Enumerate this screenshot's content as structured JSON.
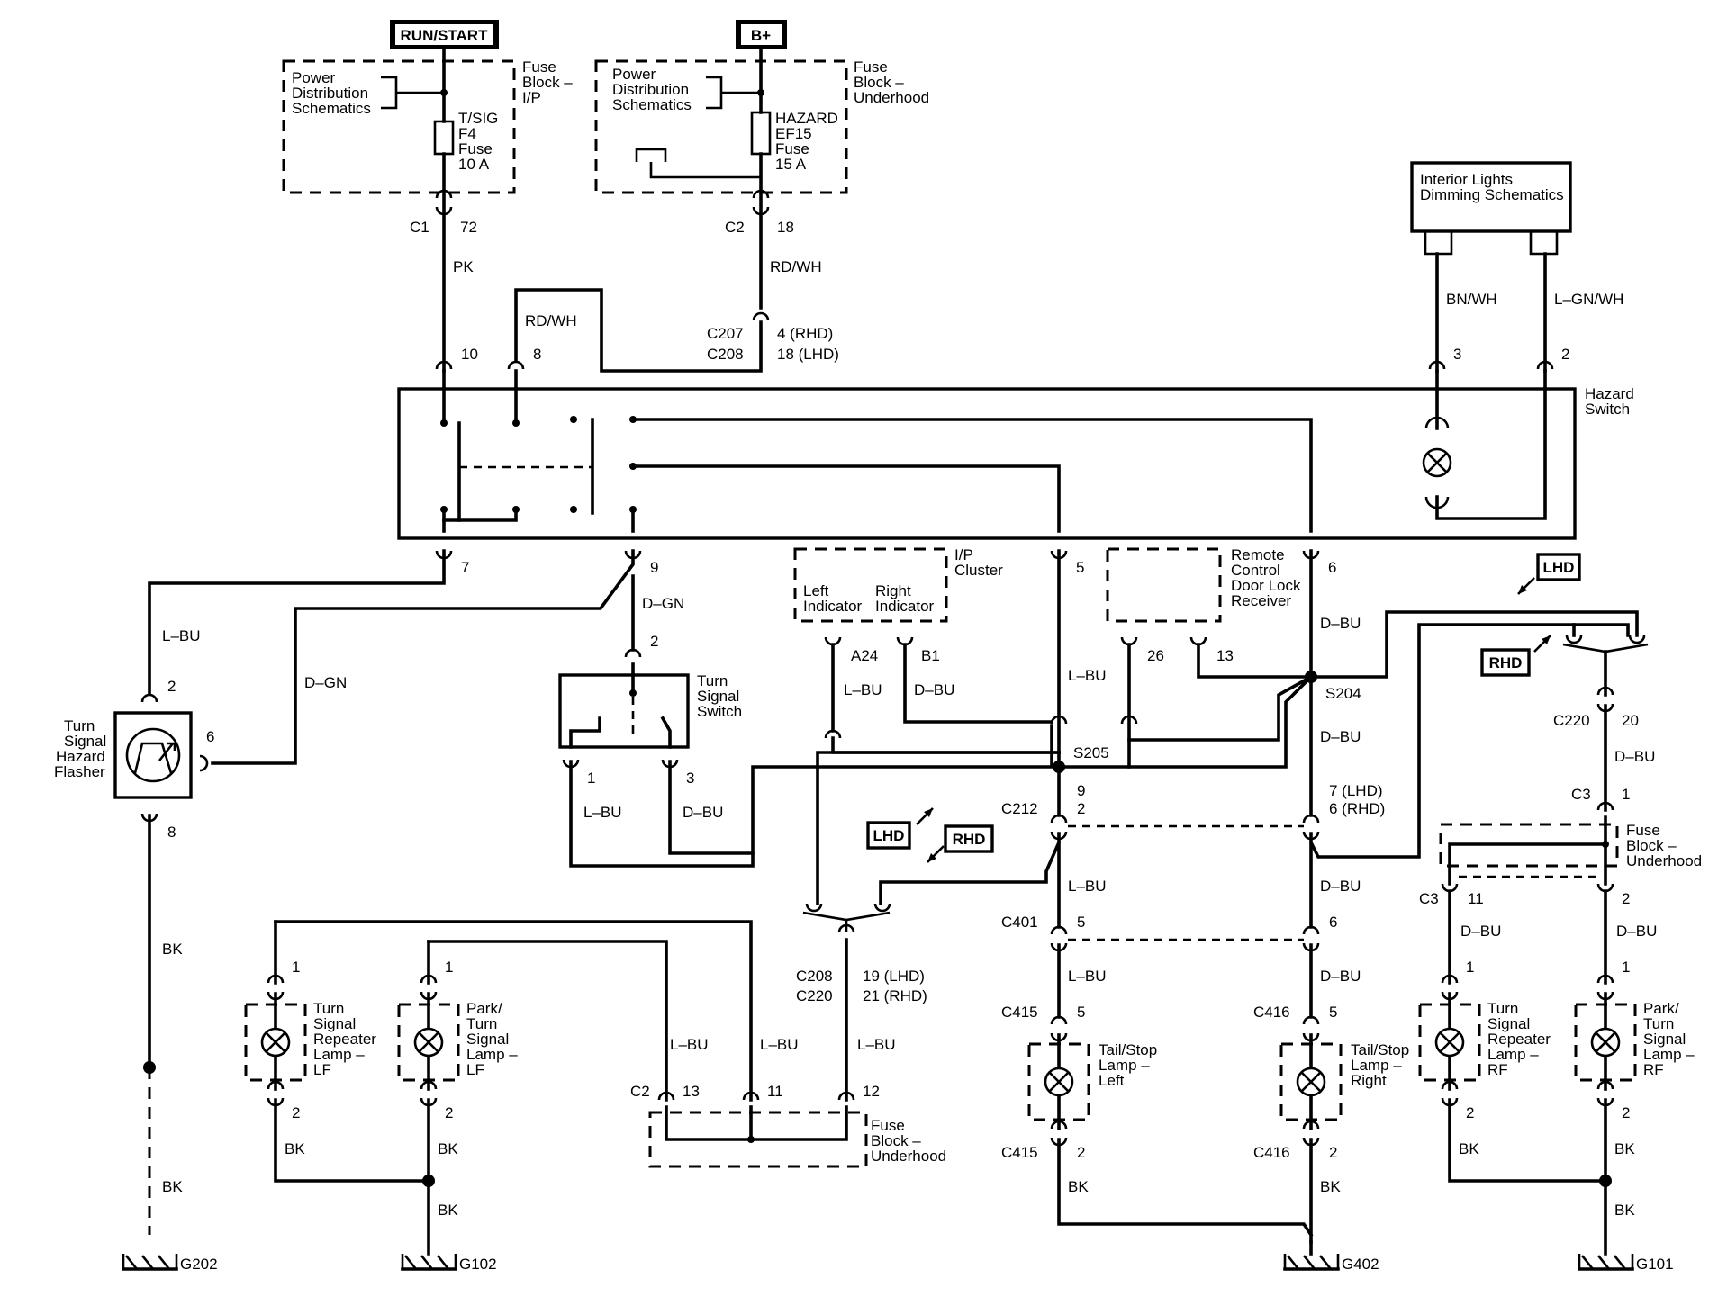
{
  "sources": {
    "run_start": "RUN/START",
    "b_plus": "B+"
  },
  "fuse_block_ip": {
    "name_l1": "Fuse",
    "name_l2": "Block –",
    "name_l3": "I/P",
    "pds_l1": "Power",
    "pds_l2": "Distribution",
    "pds_l3": "Schematics",
    "fuse_l1": "T/SIG",
    "fuse_l2": "F4",
    "fuse_l3": "Fuse",
    "fuse_l4": "10 A",
    "conn": "C1",
    "pin": "72",
    "wire": "PK"
  },
  "fuse_block_uh": {
    "name_l1": "Fuse",
    "name_l2": "Block –",
    "name_l3": "Underhood",
    "pds_l1": "Power",
    "pds_l2": "Distribution",
    "pds_l3": "Schematics",
    "fuse_l1": "HAZARD",
    "fuse_l2": "EF15",
    "fuse_l3": "Fuse",
    "fuse_l4": "15 A",
    "conn": "C2",
    "pin": "18",
    "wire": "RD/WH"
  },
  "c207": {
    "conn_l1": "C207",
    "conn_l2": "C208",
    "pin_l1": "4 (RHD)",
    "pin_l2": "18 (LHD)",
    "jumper_wire": "RD/WH"
  },
  "interior": {
    "name_l1": "Interior Lights",
    "name_l2": "Dimming Schematics",
    "wire_a": "BN/WH",
    "wire_b": "L–GN/WH",
    "pin_a": "3",
    "pin_b": "2"
  },
  "hazard_switch": {
    "name_l1": "Hazard",
    "name_l2": "Switch",
    "pin_10": "10",
    "pin_8": "8",
    "pin_7": "7",
    "pin_9": "9",
    "pin_5": "5",
    "pin_6": "6"
  },
  "flasher": {
    "name_l1": "Turn",
    "name_l2": "Signal",
    "name_l3": "Hazard",
    "name_l4": "Flasher",
    "pin_2": "2",
    "pin_6": "6",
    "pin_8": "8",
    "wire_top": "L–BU",
    "wire_right": "D–GN",
    "wire_bottom": "BK",
    "wire_ground": "BK",
    "ground": "G202"
  },
  "turn_switch": {
    "name_l1": "Turn",
    "name_l2": "Signal",
    "name_l3": "Switch",
    "wire_in": "D–GN",
    "pin_in": "2",
    "pin_1": "1",
    "pin_3": "3",
    "wire_1": "L–BU",
    "wire_3": "D–BU"
  },
  "cluster": {
    "name_l1": "I/P",
    "name_l2": "Cluster",
    "left_l1": "Left",
    "left_l2": "Indicator",
    "right_l1": "Right",
    "right_l2": "Indicator",
    "pin_a24": "A24",
    "pin_b1": "B1",
    "wire_a24": "L–BU",
    "wire_b1": "D–BU"
  },
  "rcdlr": {
    "name_l1": "Remote",
    "name_l2": "Control",
    "name_l3": "Door Lock",
    "name_l4": "Receiver",
    "pin_26": "26",
    "pin_13": "13"
  },
  "splices": {
    "s204": "S204",
    "s205": "S205"
  },
  "tags": {
    "lhd": "LHD",
    "rhd": "RHD"
  },
  "center_left": {
    "wire_1": "L–BU",
    "conn_c212": "C212",
    "pin_c212_l1": "9",
    "pin_c212_l2": "2",
    "wire_2": "L–BU",
    "conn_c401": "C401",
    "pin_c401": "5",
    "wire_3": "L–BU",
    "conn_c415_top": "C415",
    "pin_c415_top": "5",
    "lamp_l1": "Tail/Stop",
    "lamp_l2": "Lamp –",
    "lamp_l3": "Left",
    "conn_c415_bot": "C415",
    "pin_c415_bot": "2",
    "wire_bk": "BK"
  },
  "center_right": {
    "wire_1": "D–BU",
    "wire_2": "D–BU",
    "pin_c212_l1": "7 (LHD)",
    "pin_c212_l2": "6 (RHD)",
    "wire_3": "D–BU",
    "pin_c401": "6",
    "wire_4": "D–BU",
    "conn_c416_top": "C416",
    "pin_c416_top": "5",
    "lamp_l1": "Tail/Stop",
    "lamp_l2": "Lamp –",
    "lamp_l3": "Right",
    "conn_c416_bot": "C416",
    "pin_c416_bot": "2",
    "wire_bk": "BK",
    "ground": "G402"
  },
  "right_side": {
    "conn_c220": "C220",
    "pin_c220": "20",
    "wire_c220": "D–BU",
    "conn_c3_top": "C3",
    "pin_c3_top": "1",
    "fb_l1": "Fuse",
    "fb_l2": "Block –",
    "fb_l3": "Underhood",
    "conn_c3_bot": "C3",
    "pin_c3_11": "11",
    "pin_c3_2": "2",
    "wire_l": "D–BU",
    "wire_r": "D–BU",
    "lampA_pin_top": "1",
    "lampA_l1": "Turn",
    "lampA_l2": "Signal",
    "lampA_l3": "Repeater",
    "lampA_l4": "Lamp –",
    "lampA_l5": "RF",
    "lampA_pin_bot": "2",
    "lampB_pin_top": "1",
    "lampB_l1": "Park/",
    "lampB_l2": "Turn",
    "lampB_l3": "Signal",
    "lampB_l4": "Lamp –",
    "lampB_l5": "RF",
    "lampB_pin_bot": "2",
    "wire_bk_l": "BK",
    "wire_bk_r": "BK",
    "wire_ground": "BK",
    "ground": "G101"
  },
  "left_lamps": {
    "lampA_pin_top": "1",
    "lampA_l1": "Turn",
    "lampA_l2": "Signal",
    "lampA_l3": "Repeater",
    "lampA_l4": "Lamp –",
    "lampA_l5": "LF",
    "lampA_pin_bot": "2",
    "lampB_pin_top": "1",
    "lampB_l1": "Park/",
    "lampB_l2": "Turn",
    "lampB_l3": "Signal",
    "lampB_l4": "Lamp –",
    "lampB_l5": "LF",
    "lampB_pin_bot": "2",
    "wire_bk_l": "BK",
    "wire_bk_r": "BK",
    "wire_ground": "BK",
    "ground": "G102"
  },
  "bottom_fb": {
    "conn_c208_l1": "C208",
    "conn_c208_l2": "C220",
    "pin_l1": "19 (LHD)",
    "pin_l2": "21 (RHD)",
    "wire_a": "L–BU",
    "wire_b": "L–BU",
    "wire_c": "L–BU",
    "conn": "C2",
    "pin_13": "13",
    "pin_11": "11",
    "pin_12": "12",
    "name_l1": "Fuse",
    "name_l2": "Block –",
    "name_l3": "Underhood"
  }
}
